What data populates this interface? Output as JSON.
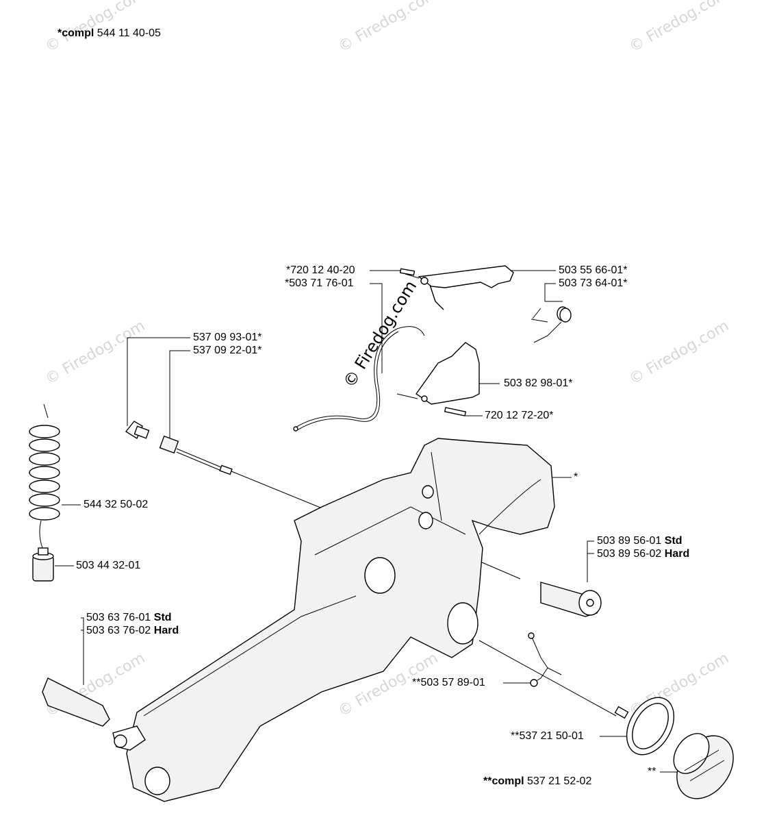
{
  "header": {
    "prefix": "*compl",
    "part": "544 11 40-05"
  },
  "footer": {
    "prefix": "**compl",
    "part": "537 21 52-02"
  },
  "watermark": "© Firedog.com",
  "labels": [
    {
      "id": "l1",
      "text": "*720 12 40-20",
      "bold": ""
    },
    {
      "id": "l2",
      "text": "*503 71 76-01",
      "bold": ""
    },
    {
      "id": "l3",
      "text": "503 55 66-01*",
      "bold": ""
    },
    {
      "id": "l4",
      "text": "503 73 64-01*",
      "bold": ""
    },
    {
      "id": "l5",
      "text": "537 09 93-01*",
      "bold": ""
    },
    {
      "id": "l6",
      "text": "537 09 22-01*",
      "bold": ""
    },
    {
      "id": "l7",
      "text": "503 82 98-01*",
      "bold": ""
    },
    {
      "id": "l8",
      "text": "720 12 72-20*",
      "bold": ""
    },
    {
      "id": "l9",
      "text": "*",
      "bold": ""
    },
    {
      "id": "l10",
      "text": "544 32 50-02",
      "bold": ""
    },
    {
      "id": "l11",
      "text": "503 89 56-01",
      "bold": "Std"
    },
    {
      "id": "l12",
      "text": "503 89 56-02",
      "bold": "Hard"
    },
    {
      "id": "l13",
      "text": "503 44 32-01",
      "bold": ""
    },
    {
      "id": "l14",
      "text": "503 63 76-01",
      "bold": "Std"
    },
    {
      "id": "l15",
      "text": "503 63 76-02",
      "bold": "Hard"
    },
    {
      "id": "l16",
      "text": "**503 57 89-01",
      "bold": ""
    },
    {
      "id": "l17",
      "text": "**537 21 50-01",
      "bold": ""
    },
    {
      "id": "l18",
      "text": "**",
      "bold": ""
    }
  ]
}
